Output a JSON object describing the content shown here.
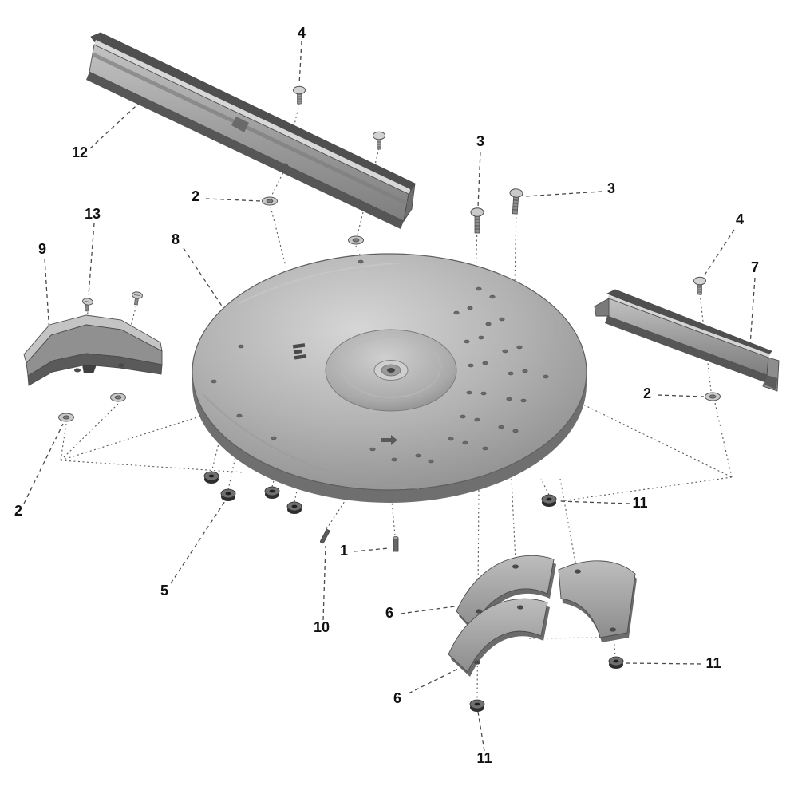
{
  "diagram": {
    "type": "exploded-parts-diagram",
    "background_color": "#ffffff",
    "label_color": "#111111",
    "line_color": "#4a4a4a",
    "metal_light": "#d2d2d2",
    "metal_mid": "#a9a9a9",
    "metal_dark": "#565656",
    "callouts": [
      {
        "label": "4"
      },
      {
        "label": "12"
      },
      {
        "label": "2"
      },
      {
        "label": "13"
      },
      {
        "label": "9"
      },
      {
        "label": "8"
      },
      {
        "label": "3"
      },
      {
        "label": "3"
      },
      {
        "label": "4"
      },
      {
        "label": "7"
      },
      {
        "label": "2"
      },
      {
        "label": "2"
      },
      {
        "label": "5"
      },
      {
        "label": "1"
      },
      {
        "label": "10"
      },
      {
        "label": "6"
      },
      {
        "label": "6"
      },
      {
        "label": "11"
      },
      {
        "label": "11"
      },
      {
        "label": "11"
      }
    ]
  }
}
